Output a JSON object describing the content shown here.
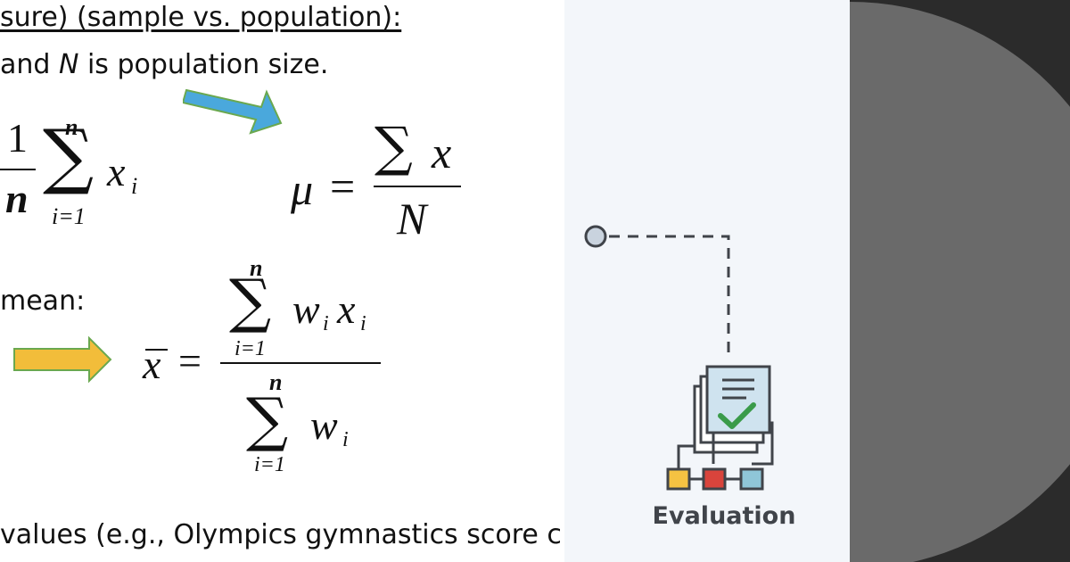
{
  "slide": {
    "heading": "sure) (sample vs. population):",
    "note_pre": "and ",
    "note_var": "N",
    "note_post": " is population size.",
    "weighted_label": "mean:",
    "bottom_text": "values (e.g., Olympics gymnastics score c",
    "formulas": {
      "sample_mean": {
        "numerator": "1",
        "denominator": "n",
        "sigma_top": "n",
        "sigma_bottom": "i=1",
        "term": "x",
        "subscript": "i"
      },
      "population_mean": {
        "lhs": "μ",
        "equals": "=",
        "numerator_sigma": "∑",
        "numerator_var": "x",
        "denominator": "N"
      },
      "weighted_mean": {
        "lhs": "x",
        "equals": "=",
        "num_sigma_top": "n",
        "num_sigma_bottom": "i=1",
        "num_w": "w",
        "num_w_sub": "i",
        "num_x": "x",
        "num_x_sub": "i",
        "den_sigma_top": "n",
        "den_sigma_bottom": "i=1",
        "den_w": "w",
        "den_w_sub": "i"
      }
    },
    "arrows": {
      "blue_color": "#4aa8dc",
      "yellow_color": "#f2bd3a",
      "arrow_border": "#6aa84f"
    }
  },
  "panel": {
    "label": "Evaluation",
    "icon": "evaluation-flowchart-icon",
    "colors": {
      "yellow": "#f5c242",
      "red": "#d9443c",
      "blue": "#8fc6d8",
      "line": "#40444a",
      "check": "#3a9b4a"
    }
  },
  "right": {
    "circle_color": "#6a6a6a",
    "background": "#2b2b2b"
  }
}
